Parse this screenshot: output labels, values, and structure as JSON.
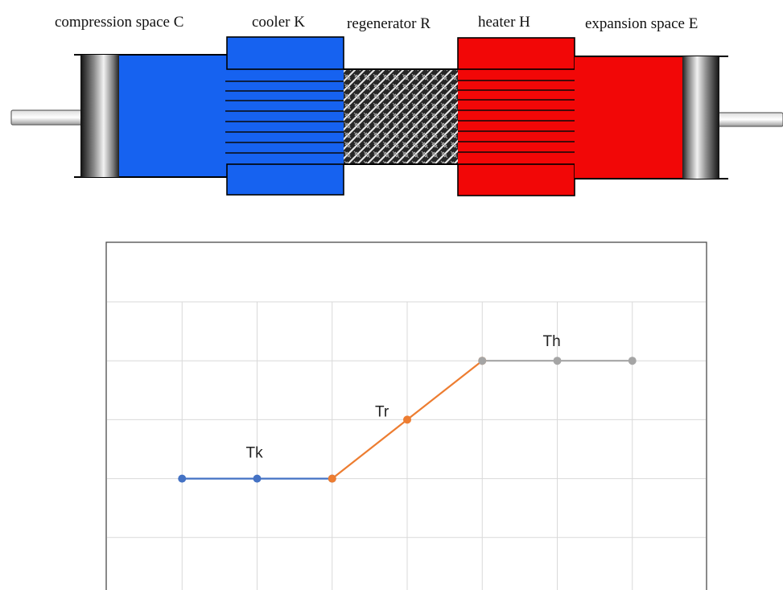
{
  "engine": {
    "labels": {
      "compression": "compression space C",
      "cooler": "cooler K",
      "regenerator": "regenerator R",
      "heater": "heater H",
      "expansion": "expansion space E"
    },
    "colors": {
      "cold": "#1662f0",
      "hot": "#f20707",
      "outline": "#000000"
    }
  },
  "chart_data": {
    "type": "line",
    "title": "",
    "xlabel": "",
    "ylabel": "",
    "grid": true,
    "legend": "none",
    "xlim": [
      0,
      8
    ],
    "ylim": [
      0,
      5
    ],
    "series": [
      {
        "name": "Tk",
        "color": "#4472c4",
        "x": [
          1,
          2,
          3
        ],
        "y": [
          2,
          2,
          2
        ]
      },
      {
        "name": "Tr",
        "color": "#ed7d31",
        "x": [
          3,
          4,
          5
        ],
        "y": [
          2,
          3,
          4
        ]
      },
      {
        "name": "Th",
        "color": "#a5a5a5",
        "x": [
          5,
          6,
          7
        ],
        "y": [
          4,
          4,
          4
        ]
      }
    ]
  }
}
